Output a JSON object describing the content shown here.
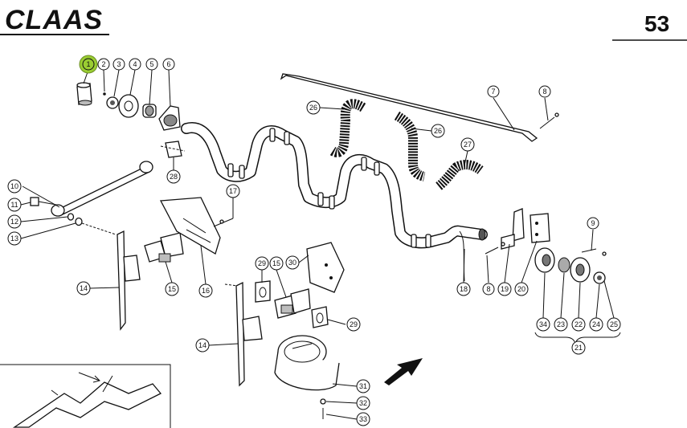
{
  "header": {
    "brand": "CLAAS",
    "page_number": "53"
  },
  "highlight_color": "#9acd32",
  "callouts": [
    {
      "id": "c1",
      "label": "1",
      "highlighted": true
    },
    {
      "id": "c2",
      "label": "2"
    },
    {
      "id": "c3",
      "label": "3"
    },
    {
      "id": "c4",
      "label": "4"
    },
    {
      "id": "c5",
      "label": "5"
    },
    {
      "id": "c6",
      "label": "6"
    },
    {
      "id": "c7",
      "label": "7"
    },
    {
      "id": "c8a",
      "label": "8"
    },
    {
      "id": "c8b",
      "label": "8"
    },
    {
      "id": "c9",
      "label": "9"
    },
    {
      "id": "c10",
      "label": "10"
    },
    {
      "id": "c11",
      "label": "11"
    },
    {
      "id": "c12",
      "label": "12"
    },
    {
      "id": "c13",
      "label": "13"
    },
    {
      "id": "c14a",
      "label": "14"
    },
    {
      "id": "c14b",
      "label": "14"
    },
    {
      "id": "c15a",
      "label": "15"
    },
    {
      "id": "c15b",
      "label": "15"
    },
    {
      "id": "c16",
      "label": "16"
    },
    {
      "id": "c17",
      "label": "17"
    },
    {
      "id": "c18",
      "label": "18"
    },
    {
      "id": "c19",
      "label": "19"
    },
    {
      "id": "c20",
      "label": "20"
    },
    {
      "id": "c21",
      "label": "21"
    },
    {
      "id": "c22",
      "label": "22"
    },
    {
      "id": "c23",
      "label": "23"
    },
    {
      "id": "c24",
      "label": "24"
    },
    {
      "id": "c25",
      "label": "25"
    },
    {
      "id": "c26a",
      "label": "26"
    },
    {
      "id": "c26b",
      "label": "26"
    },
    {
      "id": "c27",
      "label": "27"
    },
    {
      "id": "c28",
      "label": "28"
    },
    {
      "id": "c29a",
      "label": "29"
    },
    {
      "id": "c29b",
      "label": "29"
    },
    {
      "id": "c30",
      "label": "30"
    },
    {
      "id": "c31",
      "label": "31"
    },
    {
      "id": "c32",
      "label": "32"
    },
    {
      "id": "c33",
      "label": "33"
    },
    {
      "id": "c34",
      "label": "34"
    }
  ]
}
